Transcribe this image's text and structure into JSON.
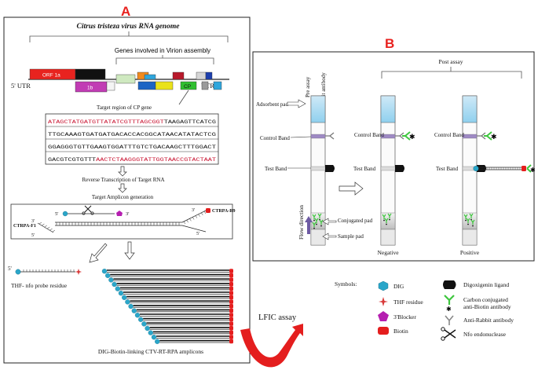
{
  "panel_a": {
    "letter": "A",
    "title": "Citrus tristeza virus RNA genome",
    "genes_bracket_label": "Genes involved in Virion assembly",
    "utr5": "5' UTR",
    "utr3": "UTR 3'",
    "orf1a_label": "ORF 1a",
    "orf1b_label": "1b",
    "cp_label": "CP",
    "target_region_label": "Target region of CP gene",
    "sequence_lines": [
      {
        "red": "ATAGCTATGATGTTATATCGTTTAGCGGT",
        "black": "TAAGAGTTCATCG"
      },
      {
        "red": "",
        "black": "TTGCAAAGTGATGATGACACCACGGCATAACATATACTCG"
      },
      {
        "red": "",
        "black": "GGAGGGTGTTGAAGTGGATTTGTCTGACAAGCTTTGGACT"
      },
      {
        "red_suffix": "AACTCTAAGGGTATTGGTAACCGTACTAAT",
        "black": "GACGTCGTGTTT"
      }
    ],
    "reverse_transcription_label": "Reverse Transcription of Target RNA",
    "amplicon_generation_label": "Target Amplicon generation",
    "primer_f_label": "CTRPA-F1",
    "primer_r_label": "CTRPA-R9",
    "five_prime": "5'",
    "three_prime": "3'",
    "probe_residue_label": "THF- nfo probe residue",
    "amplicons_label": "DIG-Biotin-linking CTV-RT-RPA amplicons"
  },
  "panel_b": {
    "letter": "B",
    "post_assay_label": "Post assay",
    "pre_assay_label": "Pre assay",
    "anti_rabbit_label": "Anti-Rabbit antibody",
    "adsorbent_pad_label": "Adsorbent pad",
    "control_band_label": "Control  Band",
    "control_band_label_2": "Control Band",
    "control_band_label_3": "Control Band",
    "test_band_label": "Test Band",
    "test_band_label_2": "Test Band",
    "test_band_label_3": "Test Band",
    "flow_direction_label": "Flow direction",
    "conjugated_pad_label": "Conjugated pad",
    "sample_pad_label": "Sample pad",
    "negative_label": "Negative",
    "positive_label": "Positive"
  },
  "lfic_label": "LFIC assay",
  "symbols": {
    "heading": "Symbols:",
    "dig": "DIG",
    "thf": "THF residue",
    "blocker": "3'Blocker",
    "biotin": "Biotin",
    "digoxigenin_ligand": "Digoxigenin ligand",
    "carbon_antibody_line1": "Carbon conjugated",
    "carbon_antibody_line2": "anti-Biotin antibody",
    "anti_rabbit": "Anti-Rabbit antibody",
    "nfo": "Nfo endonuclease"
  },
  "colors": {
    "panel_letter": "#e8221f",
    "sequence_red": "#c8102e",
    "dig": "#2aa6c9",
    "biotin": "#e41e1e",
    "blocker": "#b51fb0",
    "antibody": "#3ec63e",
    "arrow_red": "#e41e1e",
    "flow_arrow": "#6d5aa3"
  },
  "genome_segments": [
    {
      "name": "ORF 1a",
      "color": "#e8231f"
    },
    {
      "name": "black-segment",
      "color": "#111111"
    },
    {
      "name": "1b",
      "color": "#c13cb4"
    },
    {
      "name": "white-segment",
      "color": "#f4f4f4"
    },
    {
      "name": "light-green-segment",
      "color": "#cfe9c0"
    },
    {
      "name": "orange-segment",
      "color": "#f08a1e"
    },
    {
      "name": "blue-segment",
      "color": "#1c64c4"
    },
    {
      "name": "cyan-segment",
      "color": "#2fa6dc"
    },
    {
      "name": "yellow-segment",
      "color": "#eae21a"
    },
    {
      "name": "dark-red-segment",
      "color": "#b8192b"
    },
    {
      "name": "CP",
      "color": "#2fbf2f"
    },
    {
      "name": "light-gray-segment",
      "color": "#d6d6d6"
    },
    {
      "name": "dark-blue-segment",
      "color": "#1c3fae"
    },
    {
      "name": "gray-segment",
      "color": "#9a9a9a"
    },
    {
      "name": "end-cyan-segment",
      "color": "#2fa6dc"
    }
  ]
}
